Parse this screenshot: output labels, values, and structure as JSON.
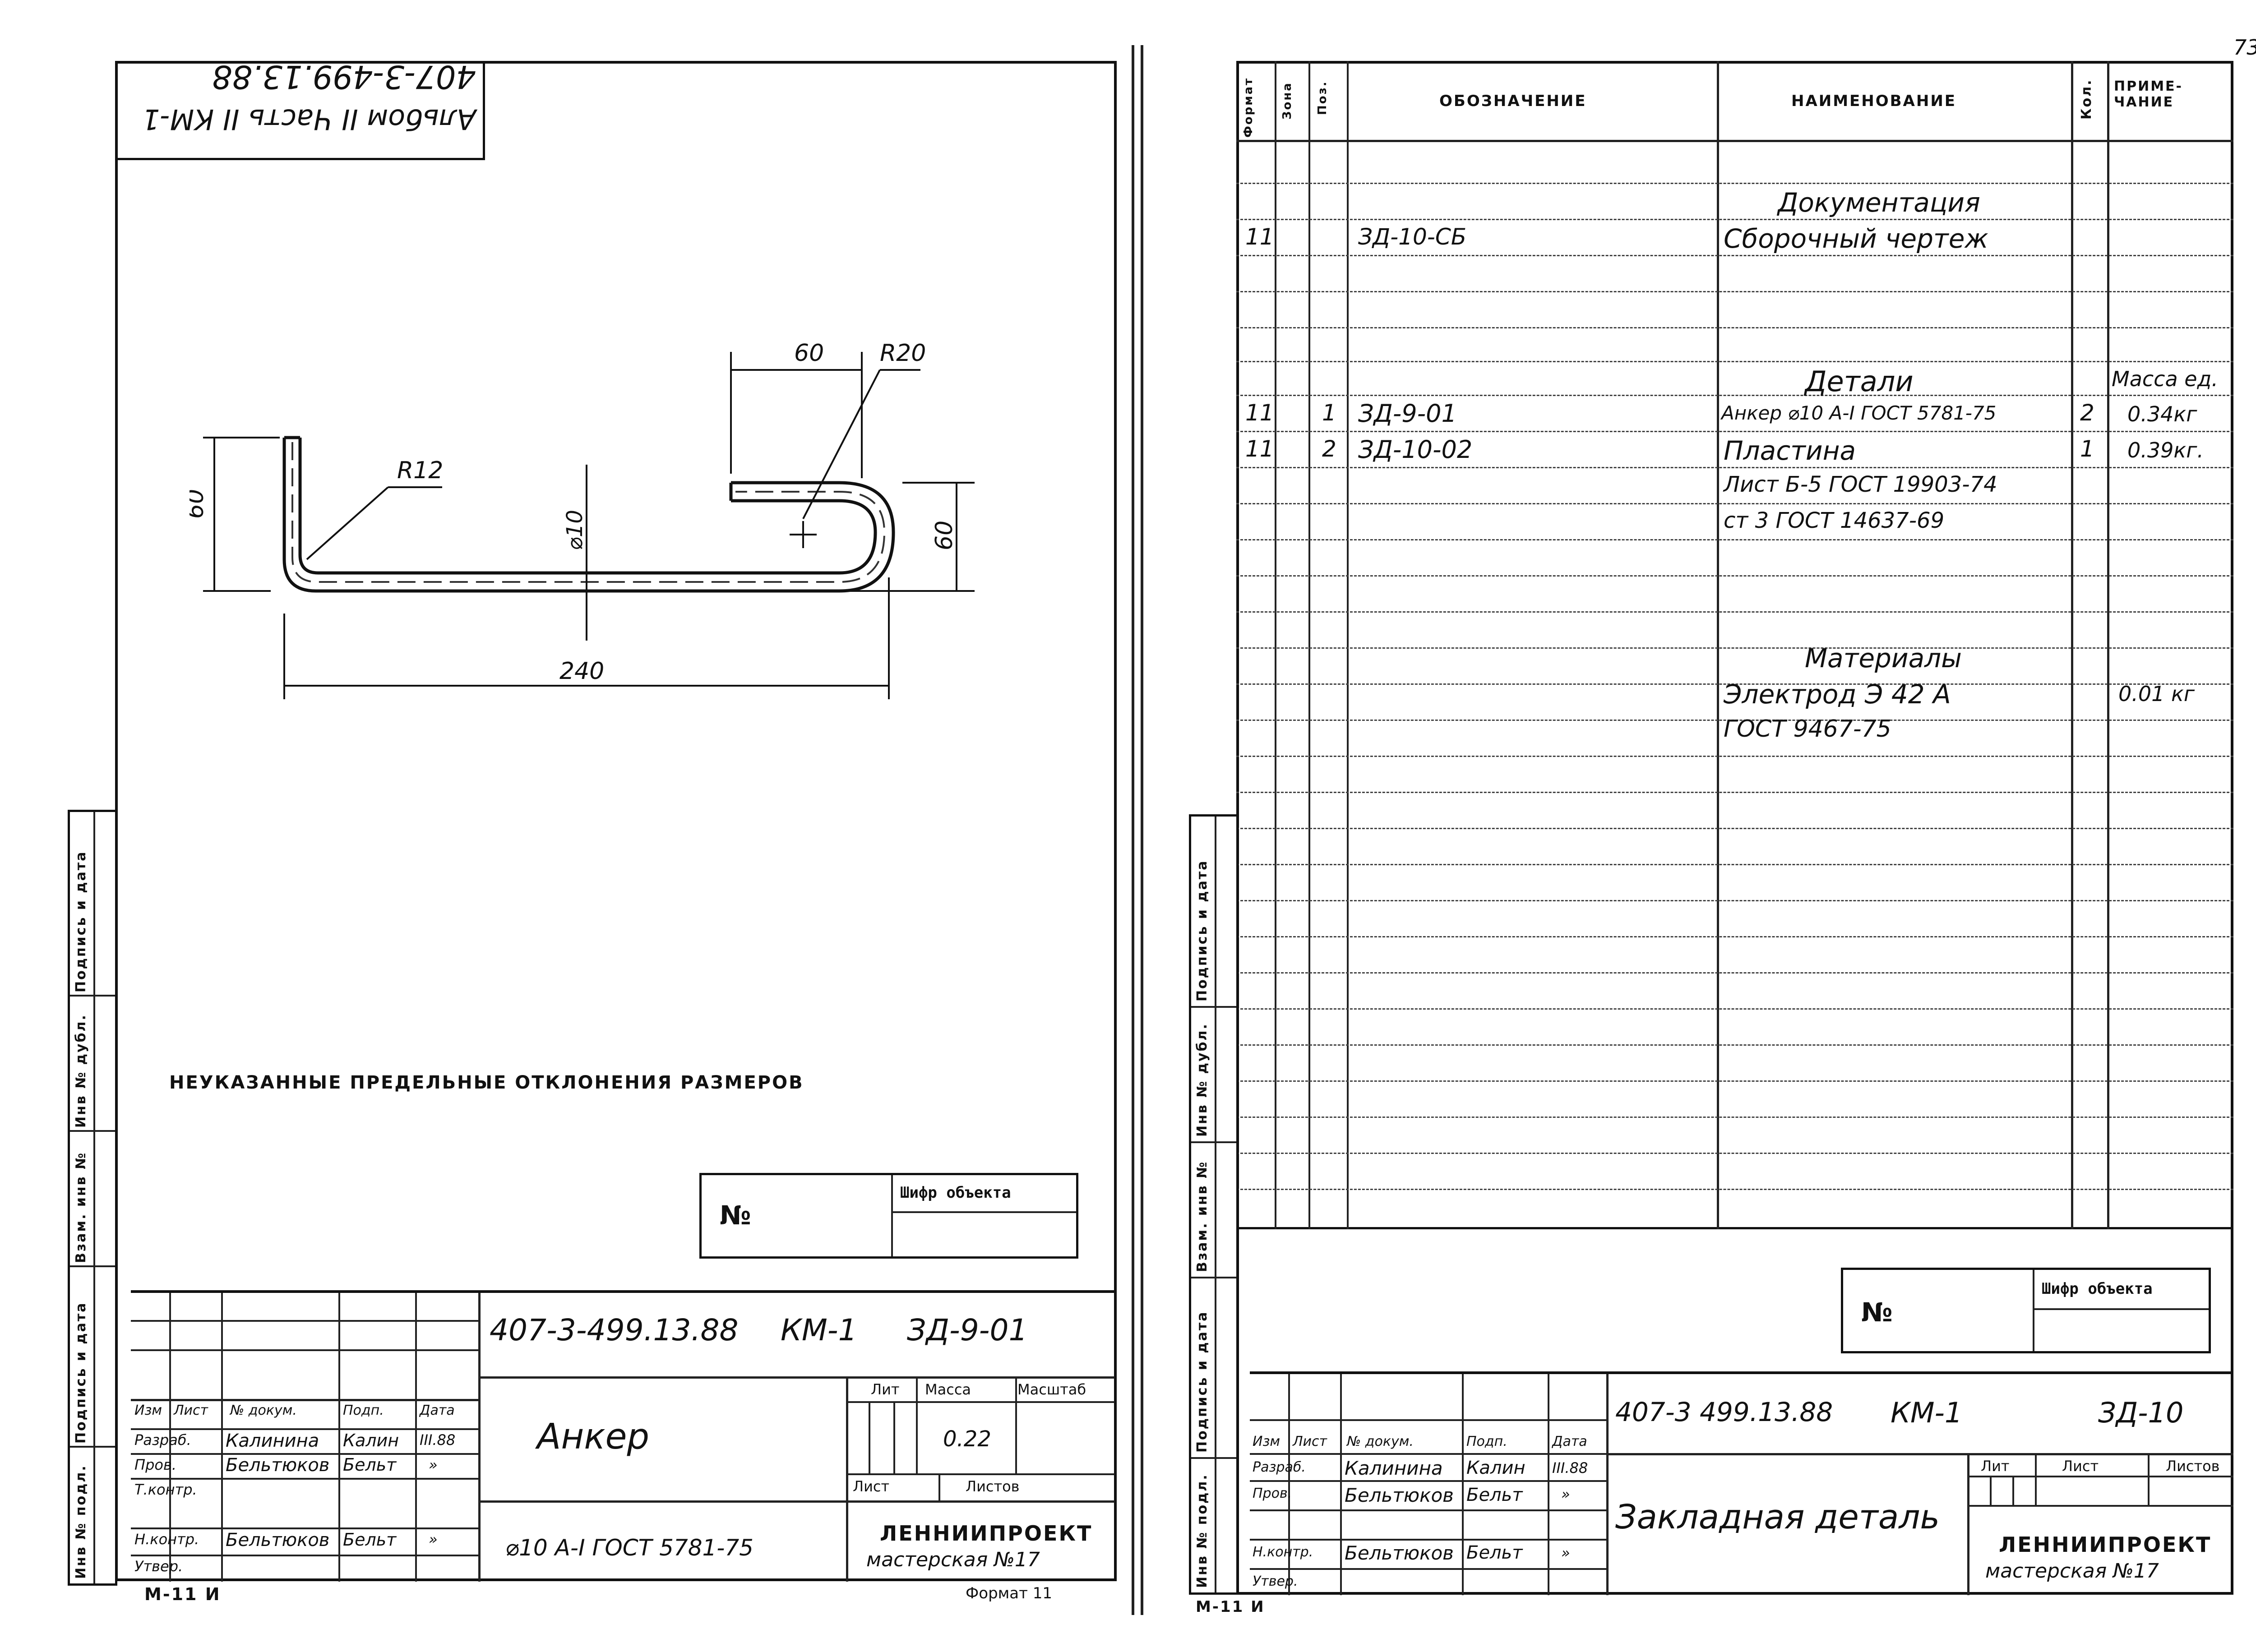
{
  "page_number": "73",
  "left_sheet": {
    "rotated_stamp": {
      "line1": "407-3-499.13.88",
      "line2": "Альбом II Часть II КМ-1"
    },
    "drawing": {
      "dim_60_left": "60",
      "dim_60_top": "60",
      "dim_60_right": "60",
      "dim_r20": "R20",
      "dim_r12": "R12",
      "dim_diameter": "⌀10",
      "dim_240": "240"
    },
    "note": "НЕУКАЗАННЫЕ ПРЕДЕЛЬНЫЕ ОТКЛОНЕНИЯ РАЗМЕРОВ",
    "cipher_box": {
      "no_label": "№",
      "cipher_label": "Шифр объекта"
    },
    "side_labels": [
      "Подпись и дата",
      "Инв № дубл.",
      "Взам. инв №",
      "Подпись и дата",
      "Инв № подл."
    ],
    "title_block": {
      "code": "407-3-499.13.88",
      "series": "КМ-1",
      "mark": "ЗД-9-01",
      "headers": [
        "Изм",
        "Лист",
        "№ докум.",
        "Подп.",
        "Дата"
      ],
      "rows": [
        {
          "role": "Разраб.",
          "name": "Калинина",
          "sign": "Калин",
          "date": "III.88"
        },
        {
          "role": "Пров.",
          "name": "Бельтюков",
          "sign": "Бельт",
          "date": "»"
        },
        {
          "role": "Т.контр.",
          "name": "",
          "sign": "",
          "date": ""
        },
        {
          "role": "",
          "name": "",
          "sign": "",
          "date": ""
        },
        {
          "role": "Н.контр.",
          "name": "Бельтюков",
          "sign": "Бельт",
          "date": "»"
        },
        {
          "role": "Утвер.",
          "name": "",
          "sign": "",
          "date": ""
        }
      ],
      "item_name": "Анкер",
      "material": "⌀10 A-I ГОСТ 5781-75",
      "lit_label": "Лит",
      "mass_label": "Масса",
      "scale_label": "Масштаб",
      "mass_value": "0.22",
      "sheet_label": "Лист",
      "sheets_label": "Листов",
      "org_line1": "ЛЕННИИПРОЕКТ",
      "org_line2": "мастерская №17"
    },
    "footer_left": "М-11 И",
    "footer_right": "Формат 11"
  },
  "right_sheet": {
    "spec_headers": {
      "format": "Формат",
      "zone": "Зона",
      "pos": "Поз.",
      "designation": "ОБОЗНАЧЕНИЕ",
      "name": "НАИМЕНОВАНИЕ",
      "qty": "Кол.",
      "note": "ПРИМЕ-\nЧАНИЕ"
    },
    "spec_rows": [
      {
        "format": "",
        "zone": "",
        "pos": "",
        "designation": "",
        "name": "Документация",
        "qty": "",
        "note": "",
        "section": true
      },
      {
        "format": "11",
        "zone": "",
        "pos": "",
        "designation": "ЗД-10-СБ",
        "name": "Сборочный   чертеж",
        "qty": "",
        "note": ""
      },
      {
        "format": "",
        "zone": "",
        "pos": "",
        "designation": "",
        "name": "Детали",
        "qty": "",
        "note": "Масса ед.",
        "section": true
      },
      {
        "format": "11",
        "zone": "",
        "pos": "1",
        "designation": "ЗД-9-01",
        "name": "Анкер ⌀10 A-I ГОСТ 5781-75",
        "qty": "2",
        "note": "0.34кг"
      },
      {
        "format": "11",
        "zone": "",
        "pos": "2",
        "designation": "ЗД-10-02",
        "name": "Пластина",
        "qty": "1",
        "note": "0.39кг."
      },
      {
        "format": "",
        "zone": "",
        "pos": "",
        "designation": "",
        "name": "Лист Б-5 ГОСТ 19903-74",
        "qty": "",
        "note": ""
      },
      {
        "format": "",
        "zone": "",
        "pos": "",
        "designation": "",
        "name": "ст 3 ГОСТ 14637-69",
        "qty": "",
        "note": ""
      },
      {
        "format": "",
        "zone": "",
        "pos": "",
        "designation": "",
        "name": "Материалы",
        "qty": "",
        "note": "",
        "section": true
      },
      {
        "format": "",
        "zone": "",
        "pos": "",
        "designation": "",
        "name": "Электрод   Э 42 А",
        "qty": "",
        "note": "0.01 кг"
      },
      {
        "format": "",
        "zone": "",
        "pos": "",
        "designation": "",
        "name": "ГОСТ  9467-75",
        "qty": "",
        "note": ""
      }
    ],
    "cipher_box": {
      "no_label": "№",
      "cipher_label": "Шифр объекта"
    },
    "side_labels": [
      "Подпись и дата",
      "Инв № дубл.",
      "Взам. инв №",
      "Подпись и дата",
      "Инв № подл."
    ],
    "title_block": {
      "code": "407-3 499.13.88",
      "series": "КМ-1",
      "mark": "ЗД-10",
      "headers": [
        "Изм",
        "Лист",
        "№ докум.",
        "Подп.",
        "Дата"
      ],
      "rows": [
        {
          "role": "Разраб.",
          "name": "Калинина",
          "sign": "Калин",
          "date": "III.88"
        },
        {
          "role": "Пров.",
          "name": "Бельтюков",
          "sign": "Бельт",
          "date": "»"
        },
        {
          "role": "",
          "name": "",
          "sign": "",
          "date": ""
        },
        {
          "role": "Н.контр.",
          "name": "Бельтюков",
          "sign": "Бельт",
          "date": "»"
        },
        {
          "role": "Утвер.",
          "name": "",
          "sign": "",
          "date": ""
        }
      ],
      "item_name": "Закладная   деталь",
      "lit_label": "Лит",
      "sheet_label": "Лист",
      "sheets_label": "Листов",
      "org_line1": "ЛЕННИИПРОЕКТ",
      "org_line2": "мастерская №17"
    },
    "footer_left": "М-11 И"
  }
}
